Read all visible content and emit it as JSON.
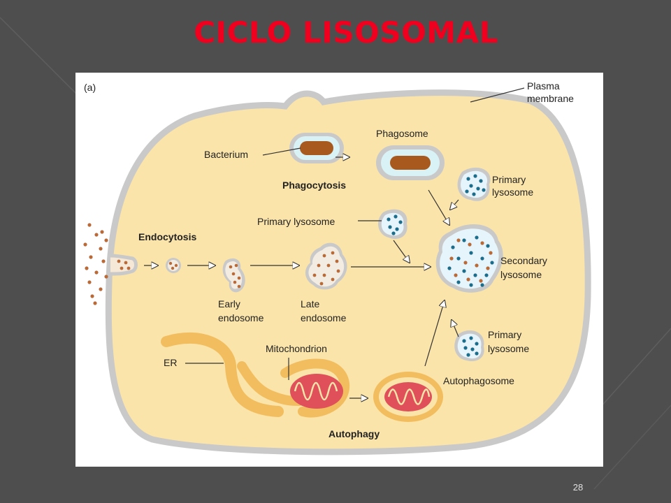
{
  "slide": {
    "title": "CICLO LISOSOMAL",
    "page_number": "28"
  },
  "figure": {
    "panel_label": "(a)",
    "labels": {
      "plasma_membrane": [
        "Plasma",
        "membrane"
      ],
      "bacterium": "Bacterium",
      "phagosome": "Phagosome",
      "phagocytosis": "Phagocytosis",
      "primary_lysosome_top": [
        "Primary",
        "lysosome"
      ],
      "primary_lysosome_mid": "Primary lysosome",
      "endocytosis": "Endocytosis",
      "secondary_lysosome": [
        "Secondary",
        "lysosome"
      ],
      "early_endosome": [
        "Early",
        "endosome"
      ],
      "late_endosome": [
        "Late",
        "endosome"
      ],
      "er": "ER",
      "mitochondrion": "Mitochondrion",
      "primary_lysosome_bottom": [
        "Primary",
        "lysosome"
      ],
      "autophagosome": "Autophagosome",
      "autophagy": "Autophagy"
    },
    "colors": {
      "cytoplasm": "#fbe4a9",
      "membrane": "#c9c9c9",
      "bacterium": "#a8591e",
      "lysosome_dot": "#1d6d8a",
      "endosome_dot": "#b86b3a",
      "mitochondrion": "#e0505a",
      "er": "#f2bd5e",
      "title": "#f0001e"
    }
  }
}
